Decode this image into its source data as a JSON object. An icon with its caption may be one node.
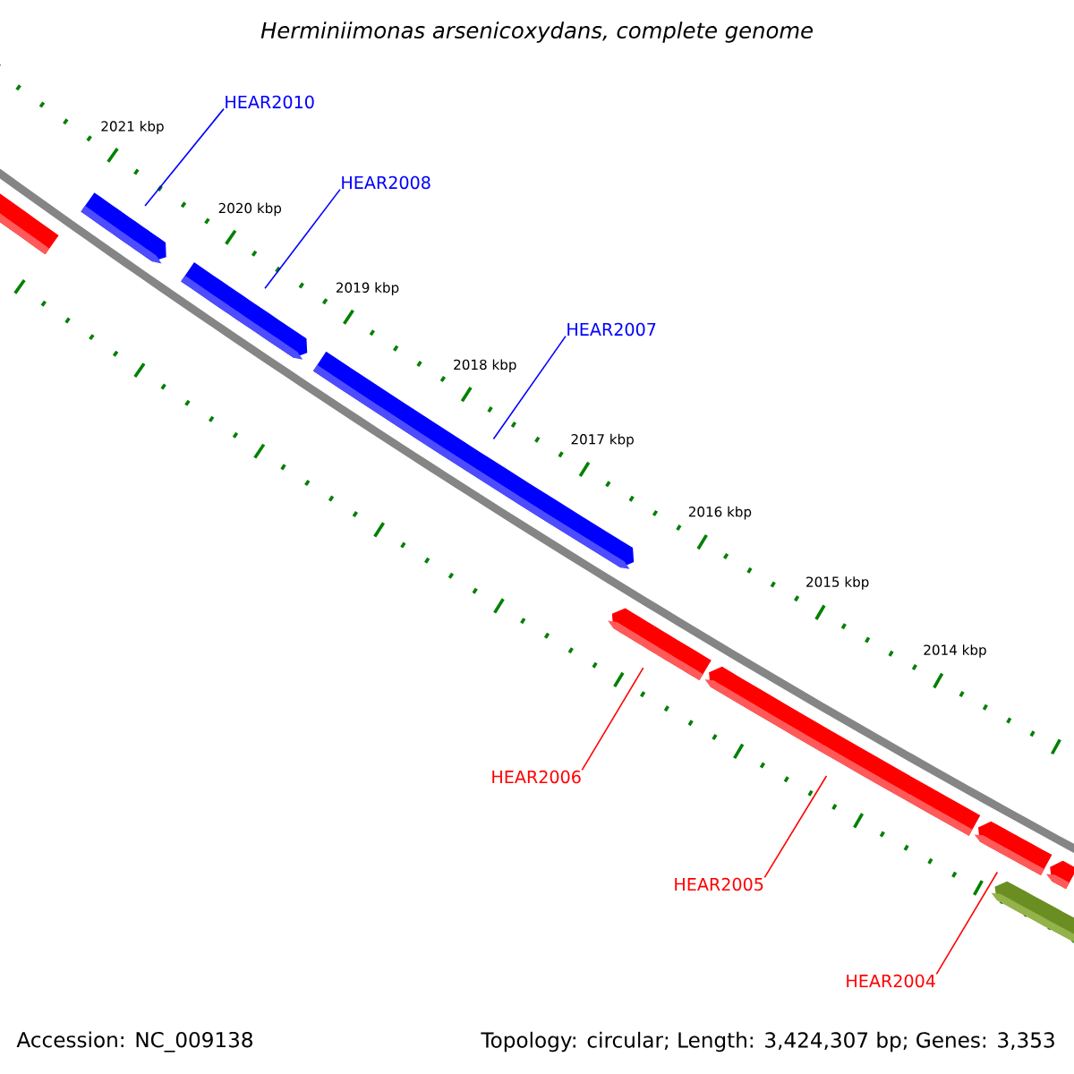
{
  "diagram": {
    "title": "Herminiimonas arsenicoxydans, complete genome",
    "nodes": [
      {
        "text": [],
        "shape": "bar"
      },
      {
        "text": [
          "HEAR2010"
        ]
      },
      {
        "text": [],
        "shape": "bar"
      },
      {
        "text": [
          "HEAR2008"
        ]
      },
      {
        "text": [],
        "shape": "bar"
      },
      {
        "text": [
          "HEAR2007"
        ]
      },
      {
        "text": [],
        "shape": "bar"
      },
      {
        "text": [],
        "shape": "bar"
      },
      {
        "text": [
          "HEAR2006"
        ]
      },
      {
        "text": [],
        "shape": "bar"
      },
      {
        "text": [
          "HEAR2005"
        ]
      },
      {
        "text": [],
        "shape": "bar"
      },
      {
        "text": [],
        "shape": "bar"
      },
      {
        "text": [
          "HEAR2004"
        ]
      },
      {
        "text": [],
        "shape": "bar"
      }
    ],
    "edges": [
      {
        "from": 1,
        "to": 2,
        "arrow": "none",
        "color": "#0000ff"
      },
      {
        "from": 3,
        "to": 4,
        "arrow": "none",
        "color": "#0000ff"
      },
      {
        "from": 5,
        "to": 6,
        "arrow": "none",
        "color": "#0000ff"
      },
      {
        "from": 8,
        "to": 7,
        "arrow": "none",
        "color": "#ff0000"
      },
      {
        "from": 10,
        "to": 9,
        "arrow": "none",
        "color": "#ff0000"
      },
      {
        "from": 13,
        "to": 11,
        "arrow": "none",
        "color": "#ff0000"
      }
    ],
    "labels": [
      "2021 kbp",
      "2020 kbp",
      "2019 kbp",
      "2018 kbp",
      "2017 kbp",
      "2016 kbp",
      "2015 kbp",
      "2014 kbp",
      "Accession: NC_009138",
      "Topology: circular; Length: 3,424,307 bp; Genes: 3,353"
    ]
  }
}
